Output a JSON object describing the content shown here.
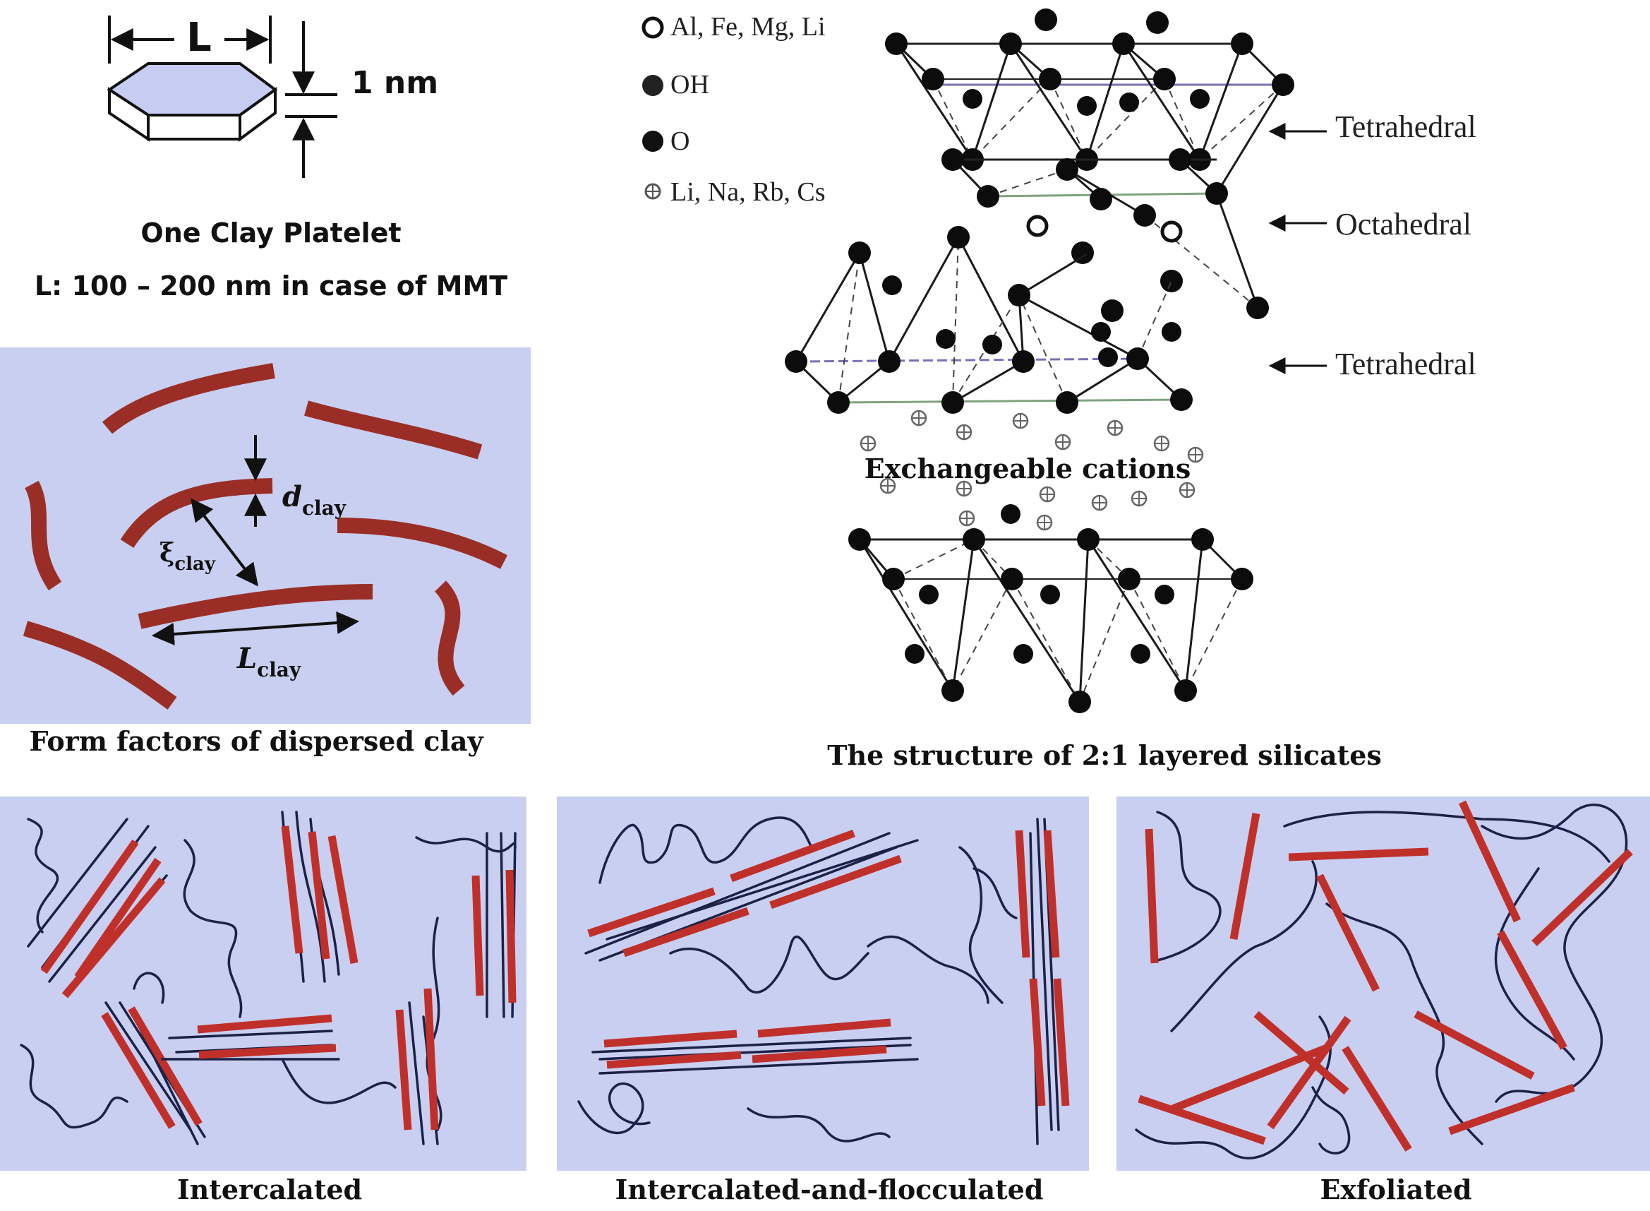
{
  "colors": {
    "panel_bg": "#c9cff0",
    "clay_dark": "#9a2e26",
    "clay_red": "#c0302a",
    "polymer": "#1c2147",
    "atom": "#0c0c0c",
    "bond_green": "#7fa37f",
    "bond_purple": "#7b6fb8"
  },
  "platelet": {
    "dim_label": "L",
    "thickness_label": "1 nm",
    "caption": "One Clay Platelet",
    "size_note": "L: 100 – 200 nm in case of MMT"
  },
  "form_factors": {
    "d_symbol": "d",
    "d_sub": "clay",
    "xi_symbol": "ξ",
    "xi_sub": "clay",
    "l_symbol": "L",
    "l_sub": "clay",
    "caption": "Form factors of dispersed clay"
  },
  "silicate": {
    "legend": [
      {
        "icon": "open-circle-icon",
        "text": "Al, Fe, Mg, Li"
      },
      {
        "icon": "dark-circle-icon",
        "text": "OH"
      },
      {
        "icon": "filled-circle-icon",
        "text": "O"
      },
      {
        "icon": "crossed-circle-icon",
        "text": "Li, Na, Rb, Cs"
      }
    ],
    "layer_labels": [
      "Tetrahedral",
      "Octahedral",
      "Tetrahedral"
    ],
    "cations_label": "Exchangeable cations",
    "caption": "The structure of 2:1 layered silicates"
  },
  "morphologies": [
    {
      "caption": "Intercalated"
    },
    {
      "caption": "Intercalated-and-flocculated"
    },
    {
      "caption": "Exfoliated"
    }
  ]
}
